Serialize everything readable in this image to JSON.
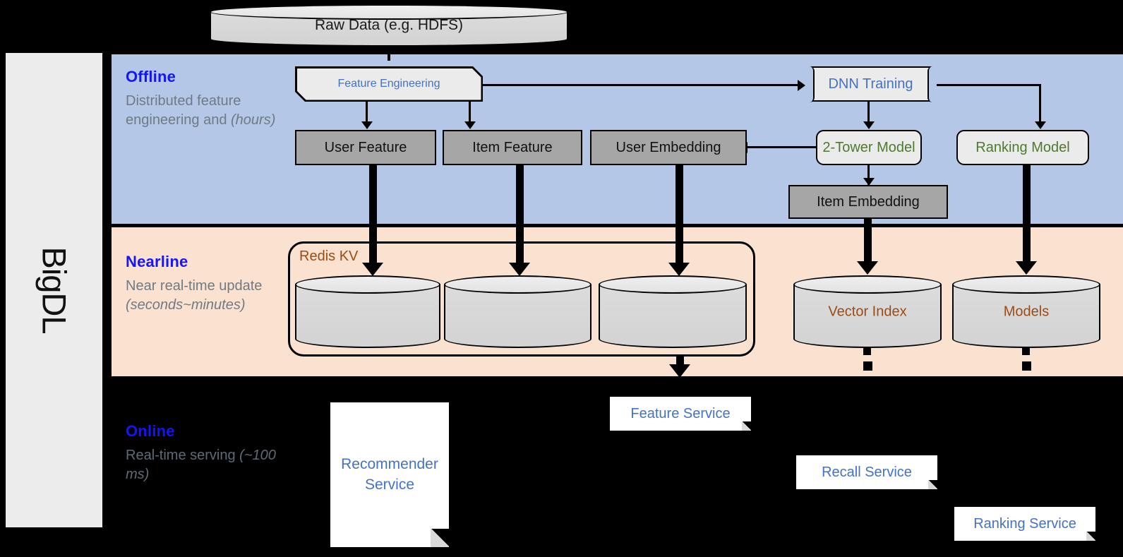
{
  "framework": {
    "name": "BigDL"
  },
  "bands": [
    {
      "id": "offline",
      "name": "Offline",
      "description": "Distributed feature engineering and ",
      "description_italic": "(hours)",
      "color": "#b4c7e7"
    },
    {
      "id": "nearline",
      "name": "Nearline",
      "description": "Near real-time update ",
      "description_italic": "(seconds~minutes)",
      "color": "#fbe2d0"
    },
    {
      "id": "online",
      "name": "Online",
      "description": "Real-time serving ",
      "description_italic": "(~100 ms)",
      "color": "#000000"
    }
  ],
  "nodes": {
    "raw_data": "Raw Data (e.g. HDFS)",
    "feature_engineering": "Feature Engineering",
    "dnn_training": "DNN Training",
    "user_feature": "User Feature",
    "item_feature": "Item Feature",
    "user_embedding": "User Embedding",
    "two_tower_model": "2-Tower Model",
    "ranking_model": "Ranking Model",
    "item_embedding": "Item Embedding",
    "redis_kv": "Redis KV",
    "vector_index": "Vector Index",
    "models": "Models",
    "recommender_service": "Recommender Service",
    "feature_service": "Feature Service",
    "recall_service": "Recall Service",
    "ranking_service": "Ranking Service"
  },
  "colors": {
    "offline_band": "#b4c7e7",
    "nearline_band": "#fbe2d0",
    "online_band": "#000000",
    "stage_label": "#1414ff",
    "stage_desc": "#6f7b84",
    "process_text": "#4472c4",
    "model_text": "#4e7a2e",
    "store_text": "#9b4b14",
    "gray_box": "#a6a6a6",
    "proc_box": "#ebebeb",
    "rail": "#ececec"
  }
}
